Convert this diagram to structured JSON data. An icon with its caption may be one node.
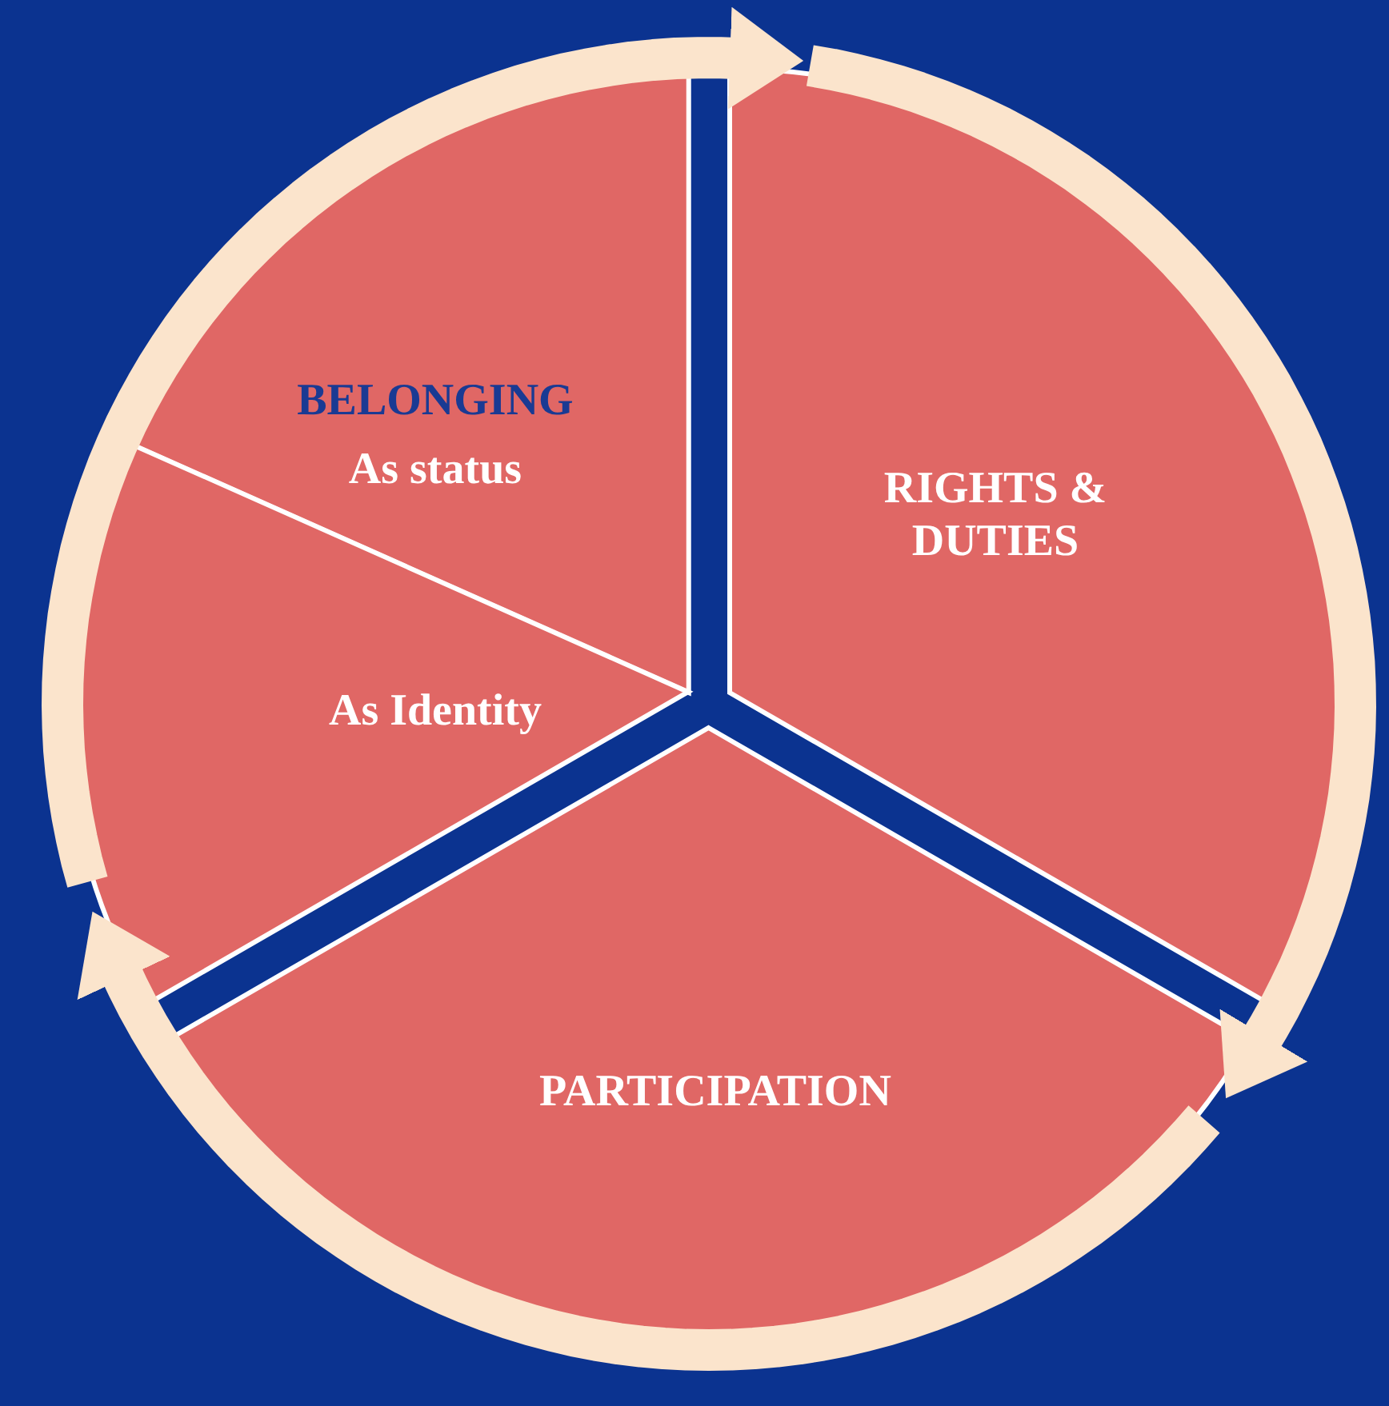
{
  "diagram": {
    "nodes": [
      {
        "text": [
          "BELONGING",
          "As status"
        ]
      },
      {
        "text": [
          "As Identity"
        ]
      },
      {
        "text": [
          "RIGHTS & DUTIES"
        ]
      },
      {
        "text": [
          "PARTICIPATION"
        ]
      }
    ],
    "edges": [
      {
        "from": 1,
        "to": 2,
        "arrow": "to"
      },
      {
        "from": 2,
        "to": 3,
        "arrow": "to"
      },
      {
        "from": 3,
        "to": 1,
        "arrow": "to"
      }
    ]
  }
}
